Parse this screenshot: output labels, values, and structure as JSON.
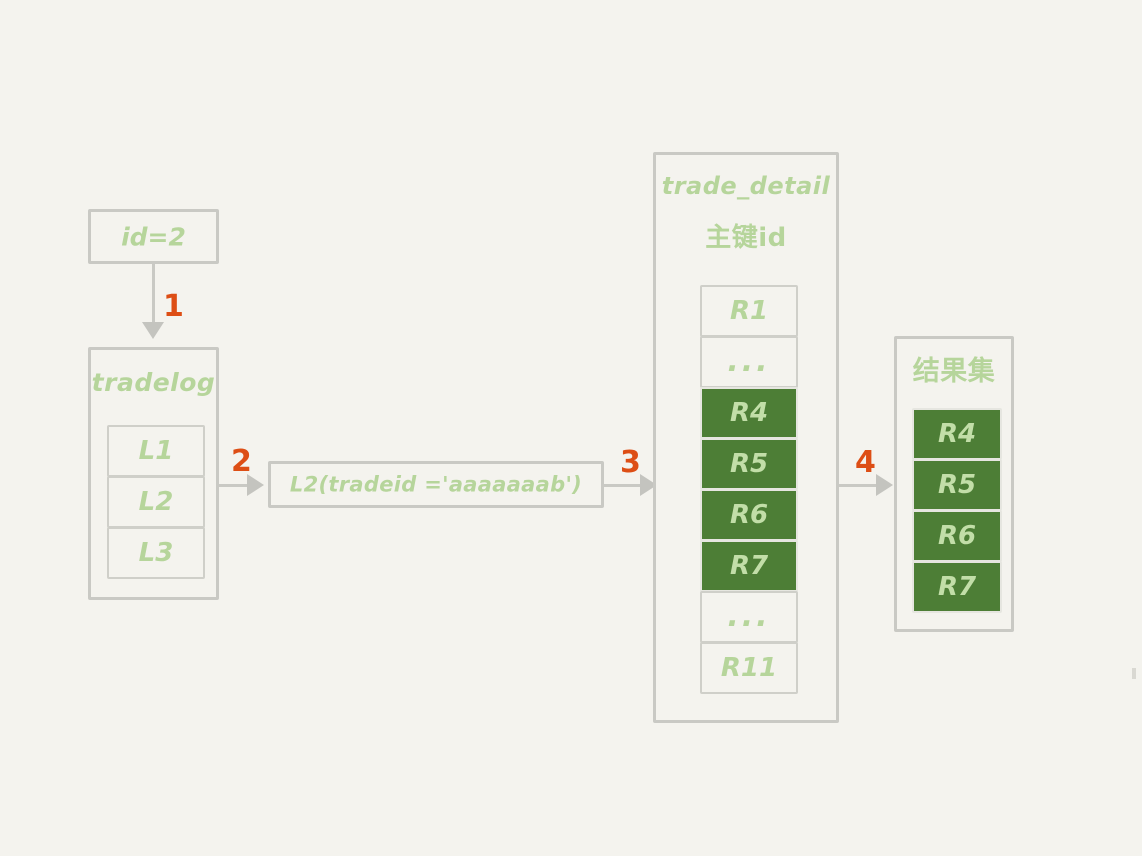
{
  "diagram": {
    "title_hidden": "MySQL index lookup / back-to-table (回表) flow",
    "background_color": "#f4f3ee",
    "accent_green_fill": "#4d7e36",
    "accent_green_text": "#b6d59b",
    "accent_orange": "#dd4e15",
    "line_gray": "#c9c9c4"
  },
  "nodes": {
    "id_box": {
      "label": "id=2"
    },
    "tradelog": {
      "title": "tradelog",
      "rows": [
        {
          "label": "L1",
          "highlighted": false
        },
        {
          "label": "L2",
          "highlighted": false
        },
        {
          "label": "L3",
          "highlighted": false
        }
      ]
    },
    "query_box": {
      "label": "L2(tradeid ='aaaaaaab')"
    },
    "trade_detail": {
      "title": "trade_detail",
      "subtitle": "主键id",
      "rows": [
        {
          "label": "R1",
          "highlighted": false
        },
        {
          "label": "...",
          "highlighted": false
        },
        {
          "label": "R4",
          "highlighted": true
        },
        {
          "label": "R5",
          "highlighted": true
        },
        {
          "label": "R6",
          "highlighted": true
        },
        {
          "label": "R7",
          "highlighted": true
        },
        {
          "label": "...",
          "highlighted": false
        },
        {
          "label": "R11",
          "highlighted": false
        }
      ]
    },
    "result_set": {
      "title": "结果集",
      "rows": [
        {
          "label": "R4",
          "highlighted": true
        },
        {
          "label": "R5",
          "highlighted": true
        },
        {
          "label": "R6",
          "highlighted": true
        },
        {
          "label": "R7",
          "highlighted": true
        }
      ]
    }
  },
  "steps": [
    {
      "number": "1",
      "from": "id_box",
      "to": "tradelog",
      "direction": "down"
    },
    {
      "number": "2",
      "from": "tradelog",
      "to": "query_box",
      "direction": "right"
    },
    {
      "number": "3",
      "from": "query_box",
      "to": "trade_detail",
      "direction": "right"
    },
    {
      "number": "4",
      "from": "trade_detail",
      "to": "result_set",
      "direction": "right"
    }
  ]
}
